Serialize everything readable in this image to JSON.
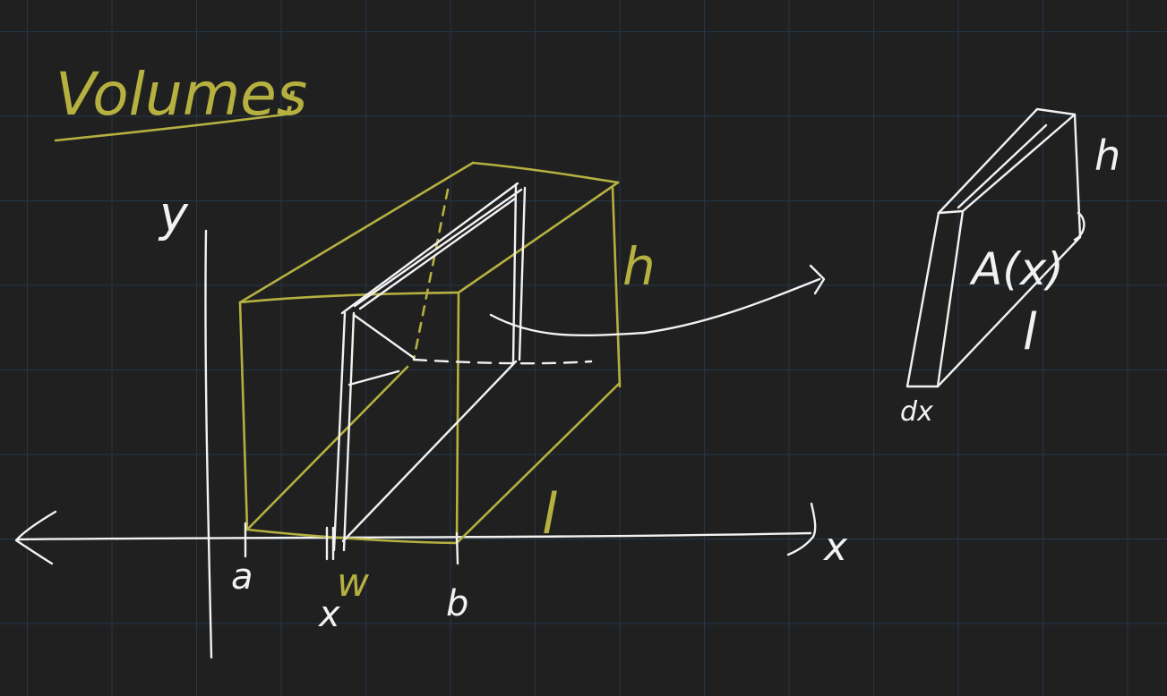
{
  "title": "Volumes",
  "title_colon": ":",
  "axes": {
    "x_label": "x",
    "y_label": "y"
  },
  "x_ticks": [
    "a",
    "x",
    "b"
  ],
  "box_labels": {
    "height": "h",
    "length": "l",
    "width": "w"
  },
  "slice_labels": {
    "area": "A(x)",
    "height": "h",
    "length": "l",
    "thickness": "dx"
  },
  "colors": {
    "background": "#202020",
    "grid": "#24364a",
    "ink_white": "#f2f2f2",
    "ink_yellow": "#b5b040"
  }
}
